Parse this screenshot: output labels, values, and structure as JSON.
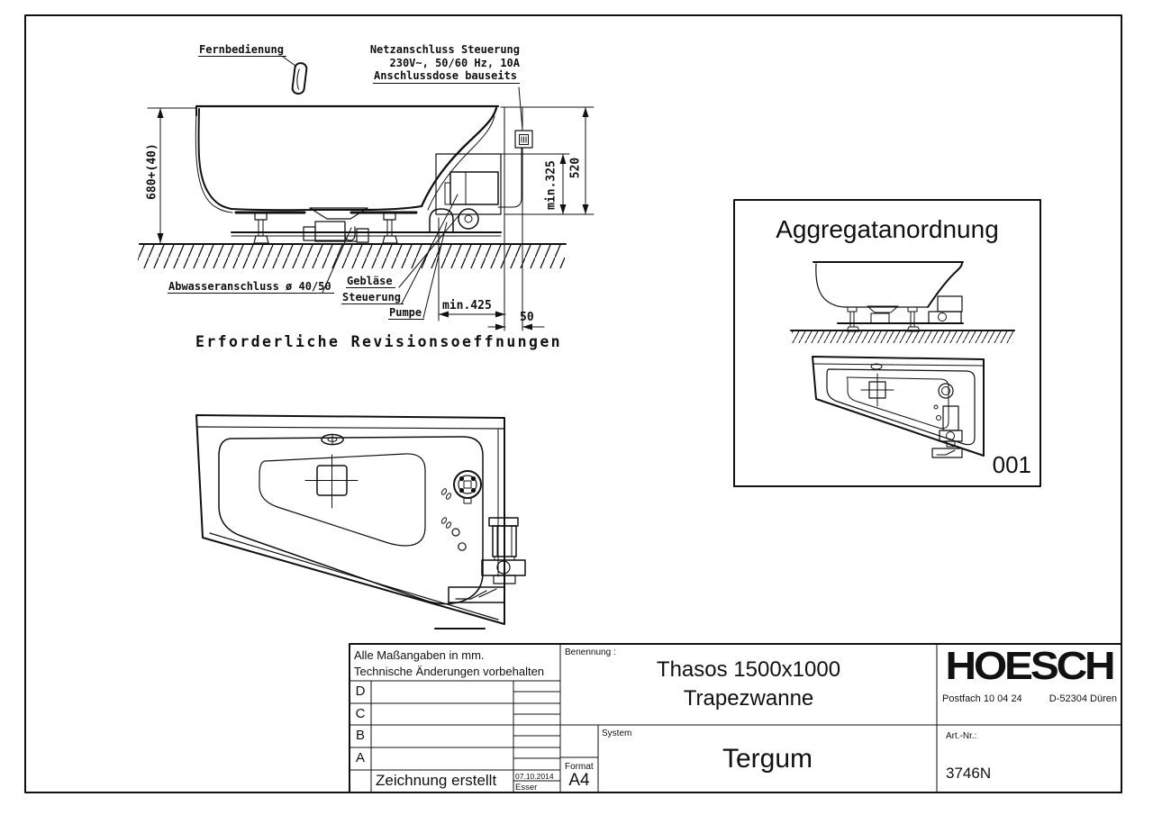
{
  "colors": {
    "ink": "#111111",
    "paper": "#ffffff"
  },
  "side_view": {
    "labels": {
      "fernbedienung": "Fernbedienung",
      "netzanschluss_line1": "Netzanschluss Steuerung",
      "netzanschluss_line2": "230V~, 50/60 Hz, 10A",
      "netzanschluss_line3": "Anschlussdose bauseits",
      "abwasseranschluss": "Abwasseranschluss ø 40/50",
      "geblaese": "Gebläse",
      "steuerung": "Steuerung",
      "pumpe": "Pumpe"
    },
    "dimensions": {
      "height": "680+(40)",
      "opening_height": "min.325",
      "height_520": "520",
      "opening_width": "min.425",
      "wall_gap": "50"
    },
    "caption": "Erforderliche Revisionsoeffnungen"
  },
  "aggregat_box": {
    "title": "Aggregatanordnung",
    "number": "001"
  },
  "title_block": {
    "note_line1": "Alle Maßangaben in mm.",
    "note_line2": "Technische Änderungen vorbehalten",
    "revision_rows": [
      "D",
      "C",
      "B",
      "A"
    ],
    "created_label": "Zeichnung erstellt",
    "created_date": "07.10.2014",
    "created_by": "Esser",
    "format_label": "Format",
    "format_value": "A4",
    "benennung_label": "Benennung :",
    "benennung_line1": "Thasos 1500x1000",
    "benennung_line2": "Trapezwanne",
    "system_label": "System",
    "system_value": "Tergum",
    "logo_text": "HOESCH",
    "address": "Postfach 10 04 24",
    "city": "D-52304 Düren",
    "artnr_label": "Art.-Nr.:",
    "artnr_value": "3746N"
  }
}
